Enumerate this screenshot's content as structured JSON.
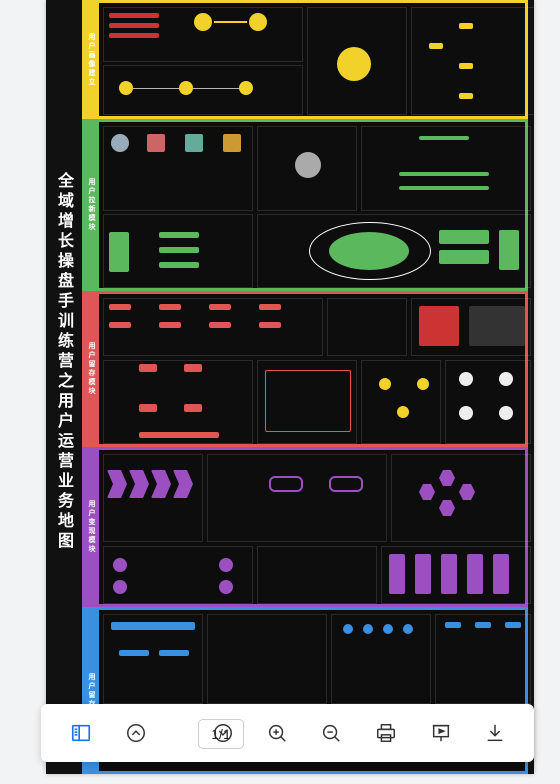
{
  "document": {
    "title": "全域增长操盘手训练营之用户运营业务地图",
    "sections": [
      {
        "name": "用户画像建立",
        "color": "#f1d12a"
      },
      {
        "name": "用户拉新模块",
        "color": "#5cb85c"
      },
      {
        "name": "用户留存模块",
        "color": "#e05555"
      },
      {
        "name": "用户变现模块",
        "color": "#9b4fc0"
      },
      {
        "name": "用户留存",
        "color": "#3b8fe0"
      }
    ]
  },
  "toolbar": {
    "page_indicator": "1/1",
    "icons": [
      "sidebar-toggle-icon",
      "chevron-up-icon",
      "chevron-down-icon",
      "zoom-in-icon",
      "zoom-out-icon",
      "print-icon",
      "presentation-icon",
      "download-icon"
    ],
    "accent_color": "#1a73e8"
  }
}
